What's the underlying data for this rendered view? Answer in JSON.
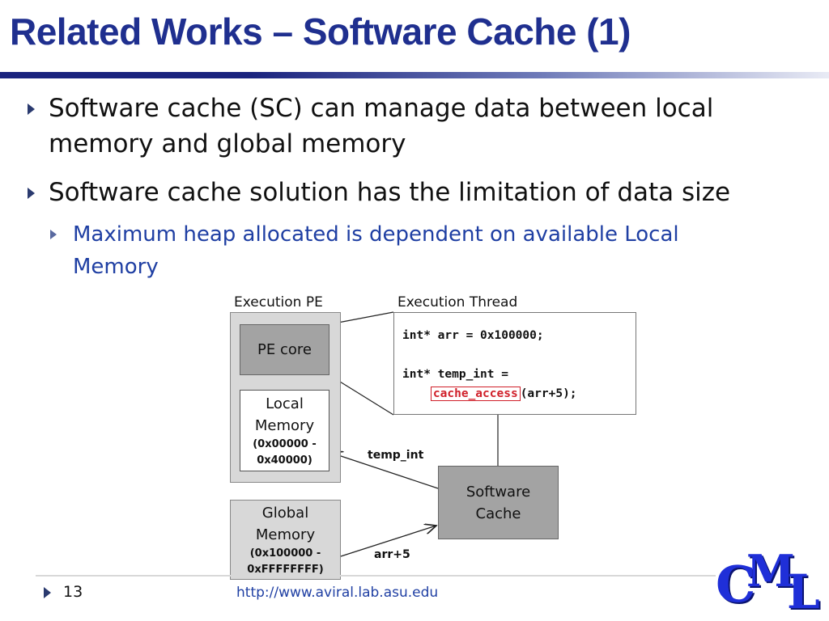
{
  "title": "Related Works – Software Cache (1)",
  "bullets": {
    "b1": "Software cache (SC) can manage data between local memory and global memory",
    "b2": "Software cache solution has the limitation of data size",
    "b2_sub": "Maximum heap allocated is dependent on available Local Memory"
  },
  "diagram": {
    "execution_pe_label": "Execution PE",
    "execution_thread_label": "Execution Thread",
    "pe_core": "PE core",
    "local_memory": {
      "line1": "Local",
      "line2": "Memory",
      "addr1": "(0x00000 -",
      "addr2": "0x40000)"
    },
    "global_memory": {
      "line1": "Global",
      "line2": "Memory",
      "addr1": "(0x100000 -",
      "addr2": "0xFFFFFFFF)"
    },
    "software_cache": {
      "line1": "Software",
      "line2": "Cache"
    },
    "code": {
      "line1": "int* arr = 0x100000;",
      "line2": "int* temp_int =",
      "line3_prefix": "    ",
      "line3_highlight": "cache_access",
      "line3_suffix": "(arr+5);"
    },
    "edge_temp_int": "temp_int",
    "edge_arr5": "arr+5"
  },
  "footer": {
    "page_number": "13",
    "url": "http://www.aviral.lab.asu.edu"
  },
  "logo": {
    "c": "C",
    "m": "M",
    "l": "L"
  },
  "colors": {
    "title": "#1f2f8f",
    "sub_bullet": "#1f3fa3",
    "highlight": "#d0202a",
    "logo": "#1f2fd8"
  }
}
